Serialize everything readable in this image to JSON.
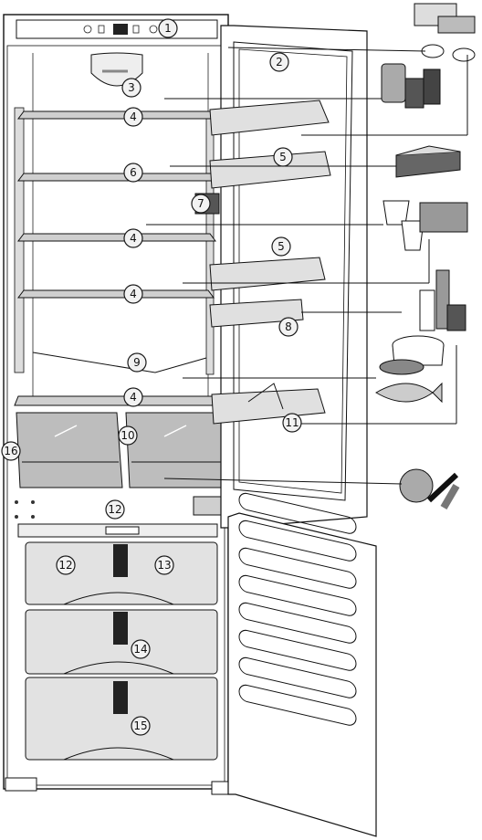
{
  "callouts": [
    {
      "id": "c1",
      "label": "1"
    },
    {
      "id": "c2",
      "label": "2"
    },
    {
      "id": "c3",
      "label": "3"
    },
    {
      "id": "c4a",
      "label": "4"
    },
    {
      "id": "c4b",
      "label": "4"
    },
    {
      "id": "c4c",
      "label": "4"
    },
    {
      "id": "c4d",
      "label": "4"
    },
    {
      "id": "c5a",
      "label": "5"
    },
    {
      "id": "c5b",
      "label": "5"
    },
    {
      "id": "c6",
      "label": "6"
    },
    {
      "id": "c7",
      "label": "7"
    },
    {
      "id": "c8",
      "label": "8"
    },
    {
      "id": "c9",
      "label": "9"
    },
    {
      "id": "c10",
      "label": "10"
    },
    {
      "id": "c11",
      "label": "11"
    },
    {
      "id": "c12a",
      "label": "12"
    },
    {
      "id": "c12b",
      "label": "12"
    },
    {
      "id": "c13",
      "label": "13"
    },
    {
      "id": "c14",
      "label": "14"
    },
    {
      "id": "c15",
      "label": "15"
    },
    {
      "id": "c16",
      "label": "16"
    }
  ],
  "icons": [
    "butter-cheese-icon",
    "jars-cans-icon",
    "cake-icon",
    "yogurt-icon",
    "bottles-icon",
    "pot-fish-icon",
    "vegetables-icon"
  ]
}
